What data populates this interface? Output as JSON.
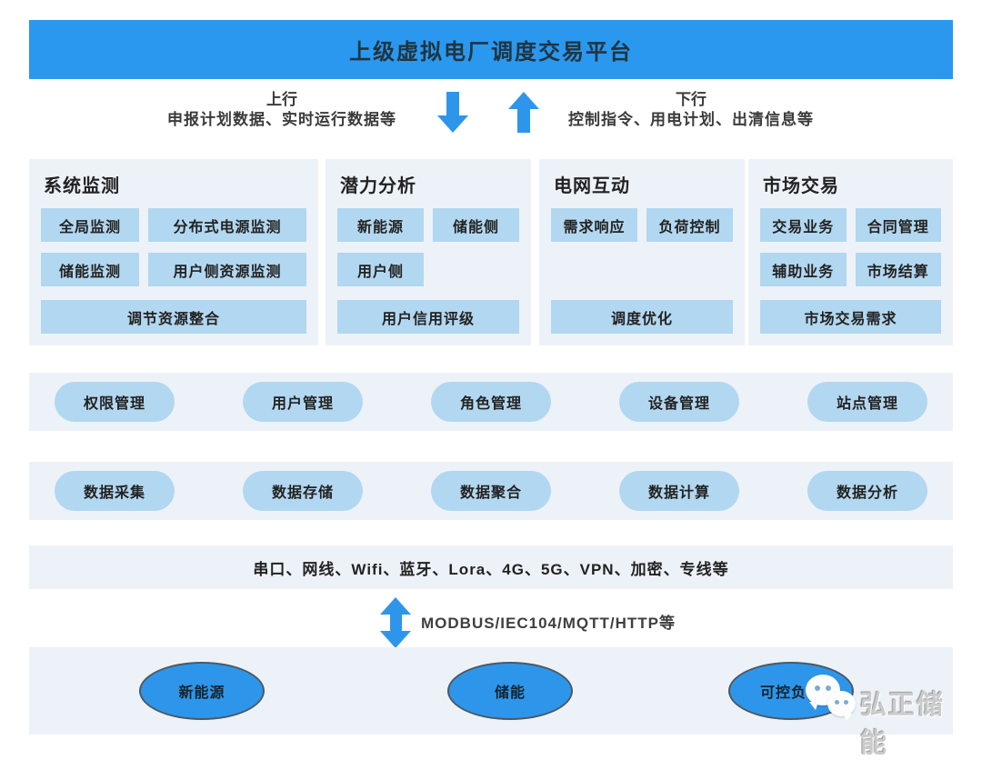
{
  "banner": {
    "title": "上级虚拟电厂调度交易平台"
  },
  "uplink": {
    "label": "上行",
    "desc": "申报计划数据、实时运行数据等"
  },
  "downlink": {
    "label": "下行",
    "desc": "控制指令、用电计划、出清信息等"
  },
  "modules": [
    {
      "title": "系统监测",
      "r1c1": "全局监测",
      "r1c2": "分布式电源监测",
      "r2c1": "储能监测",
      "r2c2": "用户侧资源监测",
      "footer": "调节资源整合"
    },
    {
      "title": "潜力分析",
      "r1c1": "新能源",
      "r1c2": "储能侧",
      "r2c1": "用户侧",
      "footer": "用户信用评级"
    },
    {
      "title": "电网互动",
      "r1c1": "需求响应",
      "r1c2": "负荷控制",
      "footer": "调度优化"
    },
    {
      "title": "市场交易",
      "r1c1": "交易业务",
      "r1c2": "合同管理",
      "r2c1": "辅助业务",
      "r2c2": "市场结算",
      "footer": "市场交易需求"
    }
  ],
  "management": {
    "items": [
      "权限管理",
      "用户管理",
      "角色管理",
      "设备管理",
      "站点管理"
    ]
  },
  "data_layer": {
    "items": [
      "数据采集",
      "数据存储",
      "数据聚合",
      "数据计算",
      "数据分析"
    ]
  },
  "connectivity": {
    "text": "串口、网线、Wifi、蓝牙、Lora、4G、5G、VPN、加密、专线等"
  },
  "protocol": {
    "label": "MODBUS/IEC104/MQTT/HTTP等"
  },
  "resources": {
    "items": [
      "新能源",
      "储能",
      "可控负荷"
    ]
  },
  "watermark": {
    "text": "弘正储能",
    "icon": "wechat-icon"
  },
  "colors": {
    "banner_blue": "#2b98ef",
    "arrow_blue": "#2e96ea",
    "panel_bg": "#edf2f9",
    "box_blue": "#b2d7f0",
    "ellipse_blue": "#2e96ea"
  }
}
